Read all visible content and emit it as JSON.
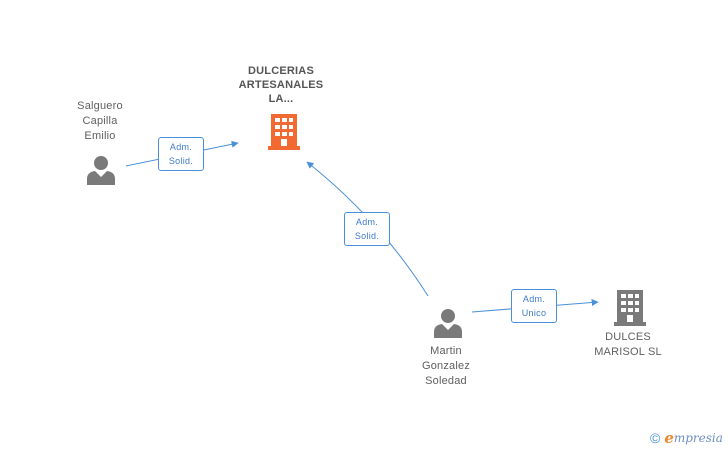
{
  "nodes": {
    "main_company": {
      "lines": [
        "DULCERIAS",
        "ARTESANALES",
        "LA..."
      ],
      "icon": "building-icon",
      "color": "#f26a32"
    },
    "person_salguero": {
      "lines": [
        "Salguero",
        "Capilla",
        "Emilio"
      ],
      "icon": "person-icon",
      "color": "#7a7a7a"
    },
    "person_martin": {
      "lines": [
        "Martin",
        "Gonzalez",
        "Soledad"
      ],
      "icon": "person-icon",
      "color": "#7a7a7a"
    },
    "company_dulces": {
      "lines": [
        "DULCES",
        "MARISOL SL"
      ],
      "icon": "building-icon",
      "color": "#7a7a7a"
    }
  },
  "edges": {
    "salguero_to_main": {
      "lines": [
        "Adm.",
        "Solid."
      ]
    },
    "martin_to_main": {
      "lines": [
        "Adm.",
        "Solid."
      ]
    },
    "martin_to_dulces": {
      "lines": [
        "Adm.",
        "Unico"
      ]
    }
  },
  "colors": {
    "edge": "#4a90d9"
  },
  "brand": {
    "copyright": "©",
    "name_first": "e",
    "name_rest": "mpresia"
  }
}
